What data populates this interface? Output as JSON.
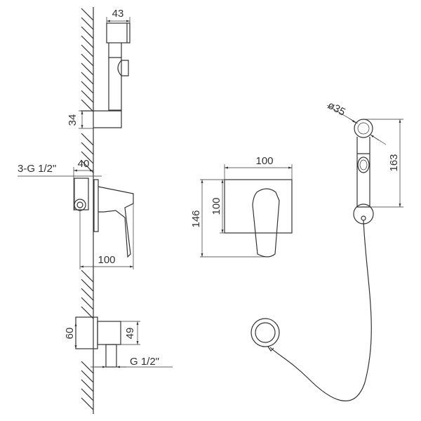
{
  "dimensions": {
    "side_hand_shower_width": "43",
    "side_holder_height": "34",
    "mixer_connection": "3-G 1/2\"",
    "mixer_depth": "40",
    "mixer_projection": "100",
    "outlet_height": "60",
    "outlet_inner_height": "49",
    "outlet_connection": "G 1/2\"",
    "front_plate_width": "100",
    "front_plate_height": "100",
    "front_total_height": "146",
    "hand_shower_diameter": "ø35",
    "hand_shower_length": "163"
  },
  "colors": {
    "line": "#333333",
    "background": "#ffffff"
  }
}
